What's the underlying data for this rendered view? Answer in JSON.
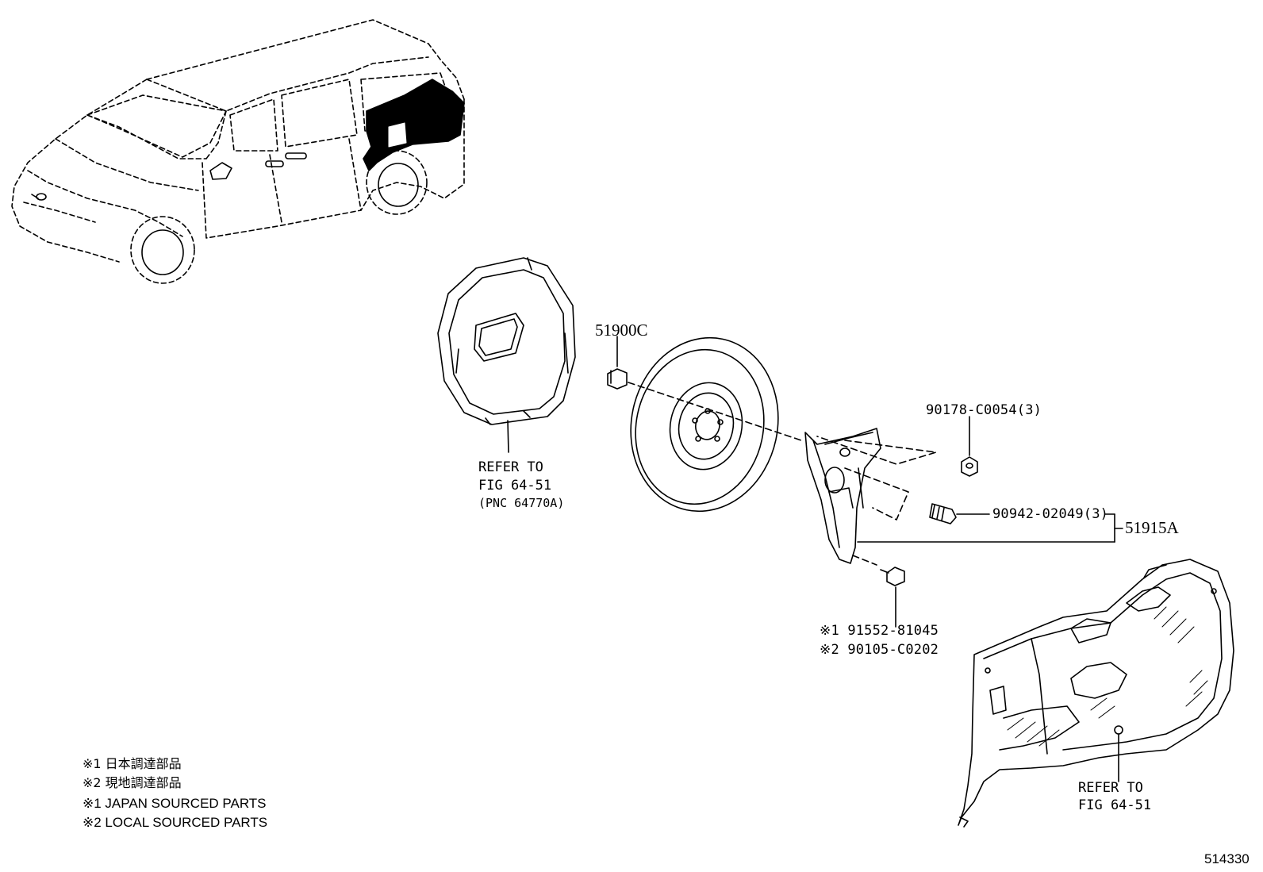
{
  "parts": {
    "carrier_pn": "51900C",
    "nut_pn": "90178-C0054(3)",
    "bolt_pn": "90942-02049(3)",
    "assembly_pn": "51915A",
    "bolt1_pn": "※1 91552-81045",
    "bolt2_pn": "※2 90105-C0202"
  },
  "refs": {
    "left_line1": "REFER TO",
    "left_line2": "FIG 64-51",
    "left_line3": "(PNC 64770A)",
    "right_line1": "REFER TO",
    "right_line2": "FIG 64-51"
  },
  "notes": [
    "※1 日本調達部品",
    "※2 現地調達部品",
    "※1 JAPAN SOURCED PARTS",
    "※2 LOCAL SOURCED PARTS"
  ],
  "figure_id": "514330"
}
